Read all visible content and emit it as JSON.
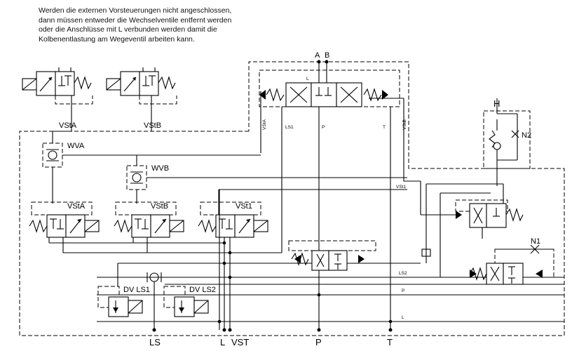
{
  "note_lines": [
    "Werden die externen Vorsteuerungen nicht angeschlossen,",
    "dann müssen entweder die Wechselventile entfernt werden",
    "oder die Anschlüsse mit L verbunden werden damit die",
    "Kolbenentlastung am Wegeventil arbeiten kann."
  ],
  "ports": {
    "A": "A",
    "B": "B",
    "H": "H",
    "LS": "LS",
    "L": "L",
    "VST": "VST",
    "P": "P",
    "T": "T"
  },
  "valves": {
    "vsta_top": "VStA",
    "vstb_top": "VStB",
    "wva": "WVA",
    "wvb": "WVB",
    "vsta": "VStA",
    "vstb": "VStB",
    "vst1": "VSt1",
    "dvls1": "DV LS1",
    "dvls2": "DV LS2",
    "n1": "N1",
    "n2": "N2"
  },
  "small_labels": {
    "ls1": "LS1",
    "p_main": "P",
    "t_main": "T",
    "l_main": "L",
    "vsta_rot": "VStA",
    "vstb_rot": "VStB",
    "vst1_right": "VSt1",
    "ls2_right": "LS2",
    "p_right": "P",
    "l_right": "L"
  }
}
